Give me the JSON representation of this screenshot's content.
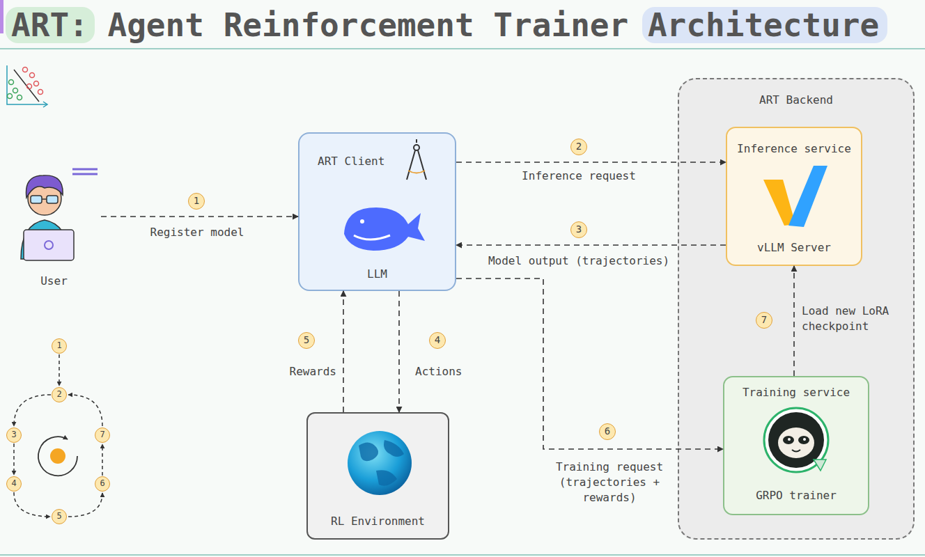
{
  "diagram": {
    "title": "ART: Agent Reinforcement Trainer Architecture",
    "nodes": [
      {
        "text": [
          "User"
        ]
      },
      {
        "text": [
          "ART Client",
          "LLM"
        ]
      },
      {
        "text": [
          "ART Backend"
        ]
      },
      {
        "text": [
          "Inference service",
          "vLLM Server"
        ],
        "in": 2
      },
      {
        "text": [
          "Training service",
          "GRPO trainer"
        ],
        "in": 2
      },
      {
        "text": [
          "RL Environment"
        ]
      }
    ],
    "edges": [
      {
        "from": 0,
        "to": 1,
        "arrow": "to",
        "label": "Register model"
      },
      {
        "from": 1,
        "to": 3,
        "arrow": "to",
        "label": "Inference request"
      },
      {
        "from": 3,
        "to": 1,
        "arrow": "to",
        "label": "Model output (trajectories)"
      },
      {
        "from": 1,
        "to": 5,
        "arrow": "to",
        "label": "Actions"
      },
      {
        "from": 5,
        "to": 1,
        "arrow": "to",
        "label": "Rewards"
      },
      {
        "from": 1,
        "to": 4,
        "arrow": "to",
        "label": "Training request (trajectories + rewards)"
      },
      {
        "from": 4,
        "to": 3,
        "arrow": "to",
        "label": "Load new LoRA checkpoint"
      }
    ],
    "labels": [
      "1",
      "2",
      "3",
      "4",
      "5",
      "6",
      "7",
      "1",
      "2",
      "3",
      "7",
      "4",
      "6",
      "5"
    ]
  }
}
